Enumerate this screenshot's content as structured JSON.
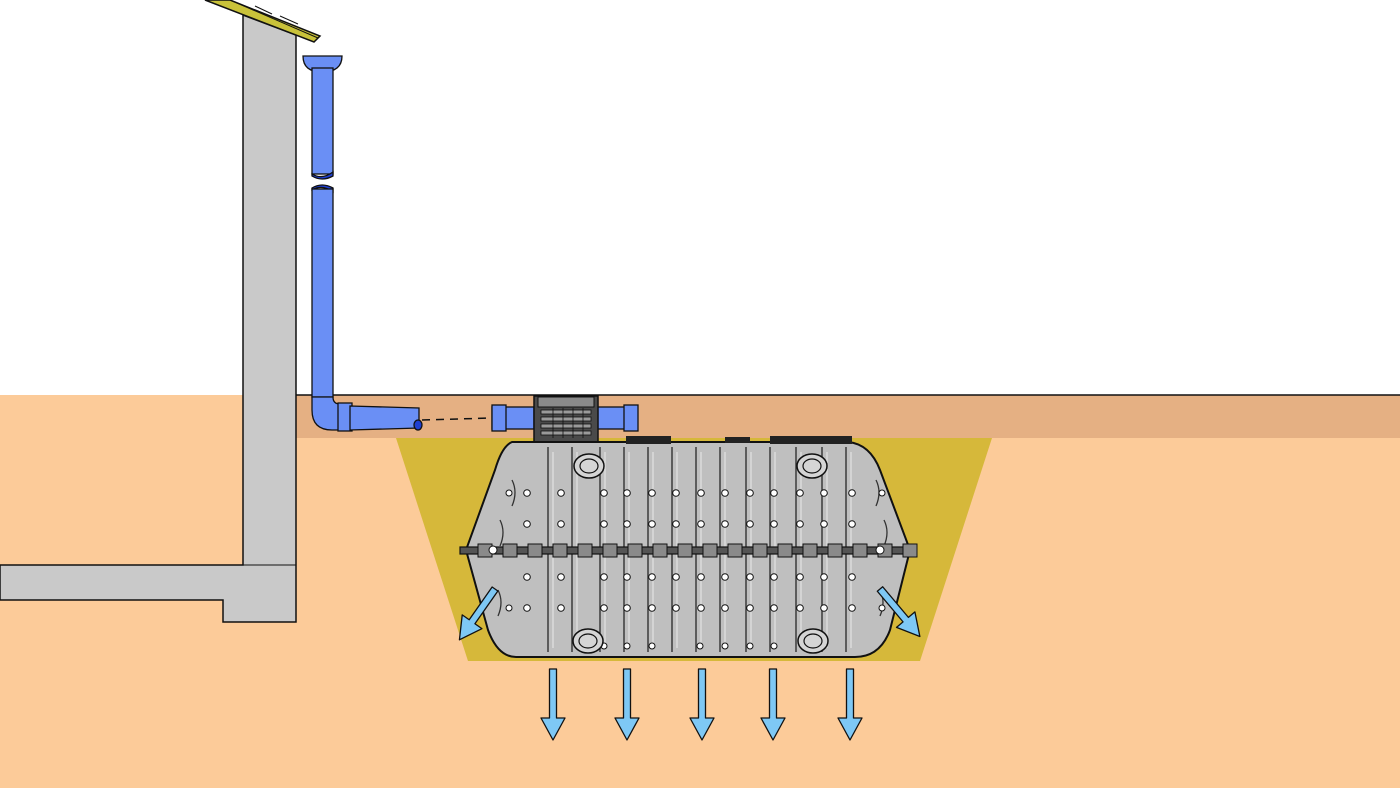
{
  "diagram": {
    "type": "cross-section",
    "labels": [],
    "colors": {
      "sky": "#ffffff",
      "topsoil": "#e5b083",
      "soil": "#fccb99",
      "gravel_backfill": "#d6b83a",
      "building_concrete": "#c9c9c9",
      "pipe_blue": "#6a8ff5",
      "pipe_blue_dark": "#1f3fd1",
      "tank_gray": "#bfbfbf",
      "tank_dark": "#6b6b6b",
      "infiltration_arrow": "#7ec8f5",
      "outline": "#111111"
    },
    "icons": {
      "downward_arrows": "arrow-down-icon",
      "diagonal_arrows": "arrow-diagonal-icon"
    },
    "infiltration_arrows": {
      "downward_count": 5,
      "diagonal_count": 2
    }
  }
}
